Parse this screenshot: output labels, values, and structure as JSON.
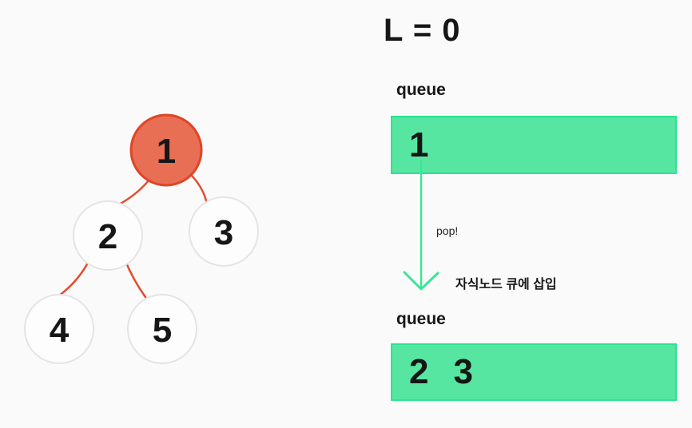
{
  "title": "L = 0",
  "tree": {
    "nodes": [
      {
        "label": "1",
        "state": "current"
      },
      {
        "label": "2",
        "state": "default"
      },
      {
        "label": "3",
        "state": "default"
      },
      {
        "label": "4",
        "state": "default"
      },
      {
        "label": "5",
        "state": "default"
      }
    ],
    "edges": [
      {
        "from": "1",
        "to": "2"
      },
      {
        "from": "1",
        "to": "3"
      },
      {
        "from": "2",
        "to": "4"
      },
      {
        "from": "2",
        "to": "5"
      }
    ]
  },
  "queue_before": {
    "label": "queue",
    "items": [
      "1"
    ]
  },
  "transition": {
    "arrow_label": "pop!",
    "caption": "자식노드 큐에 삽입"
  },
  "queue_after": {
    "label": "queue",
    "items": [
      "2",
      "3"
    ]
  },
  "colors": {
    "background": "#f8f8f9",
    "node_current_fill": "#e86e54",
    "node_current_stroke": "#df4526",
    "tree_edge": "#e54b2d",
    "node_default_fill": "#fdfdfd",
    "node_default_stroke": "#e4e4e4",
    "queue_fill": "#57e6a2",
    "queue_border": "#2ee290",
    "arrow_green": "#38e795",
    "text": "#161616"
  }
}
